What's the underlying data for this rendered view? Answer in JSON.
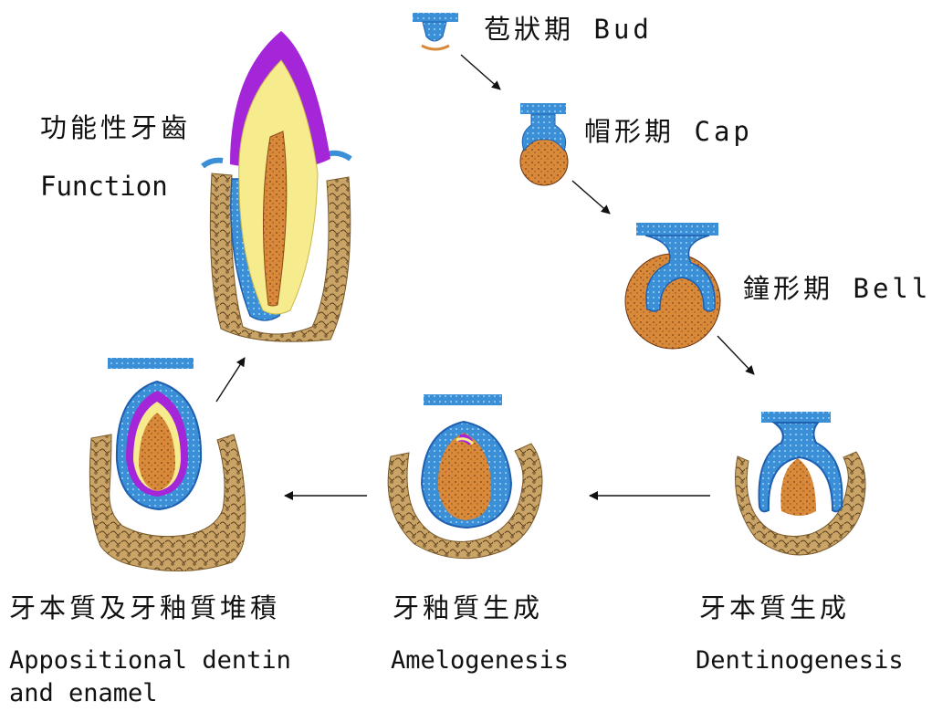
{
  "colors": {
    "enamel_organ": "#3a8fd6",
    "enamel_organ_dark": "#1f5fb0",
    "dental_papilla": "#d9893a",
    "dentin": "#f6ec8e",
    "enamel": "#a526d8",
    "bone": "#b0874a",
    "bone_light": "#d8b77a",
    "arrow": "#111111"
  },
  "stages": {
    "bud": {
      "zh": "苞狀期",
      "en": "Bud",
      "icon": "bud-stage-icon"
    },
    "cap": {
      "zh": "帽形期",
      "en": "Cap",
      "icon": "cap-stage-icon"
    },
    "bell": {
      "zh": "鐘形期",
      "en": "Bell",
      "icon": "bell-stage-icon"
    },
    "dentinogenesis": {
      "zh": "牙本質生成",
      "en": "Dentinogenesis",
      "icon": "dentinogenesis-stage-icon"
    },
    "amelogenesis": {
      "zh": "牙釉質生成",
      "en": "Amelogenesis",
      "icon": "amelogenesis-stage-icon"
    },
    "appositional": {
      "zh": "牙本質及牙釉質堆積",
      "en_line1": "Appositional dentin",
      "en_line2": "and enamel",
      "icon": "appositional-stage-icon"
    },
    "function": {
      "zh": "功能性牙齒",
      "en": "Function",
      "icon": "functional-tooth-icon"
    }
  }
}
